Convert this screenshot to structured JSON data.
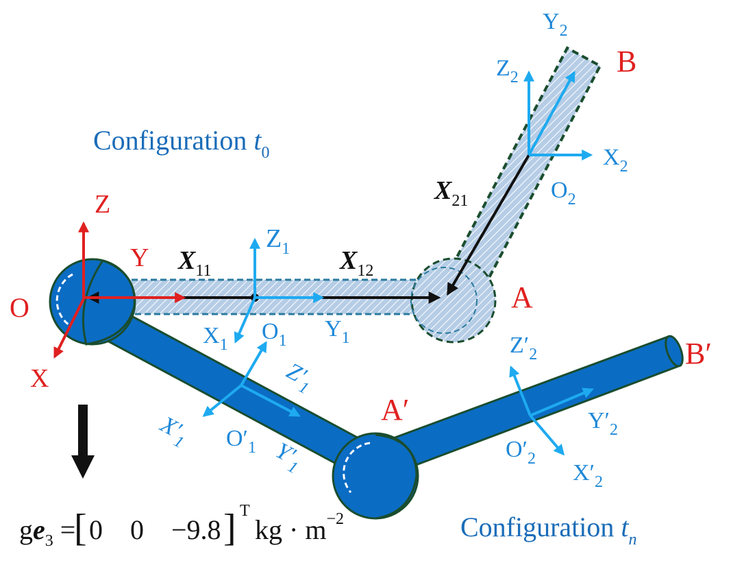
{
  "configuration_t0": {
    "text": "Configuration ",
    "var": "t",
    "sub": "0"
  },
  "configuration_tn": {
    "text": "Configuration ",
    "var": "t",
    "sub": "n"
  },
  "global_axes": {
    "origin": "O",
    "x": "X",
    "y": "Y",
    "z": "Z"
  },
  "points": {
    "A": "A",
    "B": "B",
    "A_prime": "A′",
    "B_prime": "B′"
  },
  "vectors": {
    "x11": {
      "main": "X",
      "sub": "11"
    },
    "x12": {
      "main": "X",
      "sub": "12"
    },
    "x21": {
      "main": "X",
      "sub": "21"
    }
  },
  "frame1_t0": {
    "x": {
      "main": "X",
      "sub": "1"
    },
    "y": {
      "main": "Y",
      "sub": "1"
    },
    "z": {
      "main": "Z",
      "sub": "1"
    },
    "o": {
      "main": "O",
      "sub": "1"
    }
  },
  "frame2_t0": {
    "x": {
      "main": "X",
      "sub": "2"
    },
    "y": {
      "main": "Y",
      "sub": "2"
    },
    "z": {
      "main": "Z",
      "sub": "2"
    },
    "o": {
      "main": "O",
      "sub": "2"
    }
  },
  "frame1_tn": {
    "x": {
      "main": "X′",
      "sub": "1"
    },
    "y": {
      "main": "Y′",
      "sub": "1"
    },
    "z": {
      "main": "Z′",
      "sub": "1"
    },
    "o": {
      "main": "O′",
      "sub": "1"
    }
  },
  "frame2_tn": {
    "x": {
      "main": "X′",
      "sub": "2"
    },
    "y": {
      "main": "Y′",
      "sub": "2"
    },
    "z": {
      "main": "Z′",
      "sub": "2"
    },
    "o": {
      "main": "O′",
      "sub": "2"
    }
  },
  "gravity": {
    "g": "g",
    "e": "e",
    "e_sub": "3",
    "eq": " = ",
    "values": "0    0    −9.8",
    "T": "T",
    "units": "kg · m",
    "exp": "−2"
  },
  "colors": {
    "global_frame": "#e02020",
    "local_frames": "#1e88d8",
    "rod_tn": "#0b6cc4",
    "rod_outline": "#1a4d2e",
    "vectors": "#111111"
  }
}
